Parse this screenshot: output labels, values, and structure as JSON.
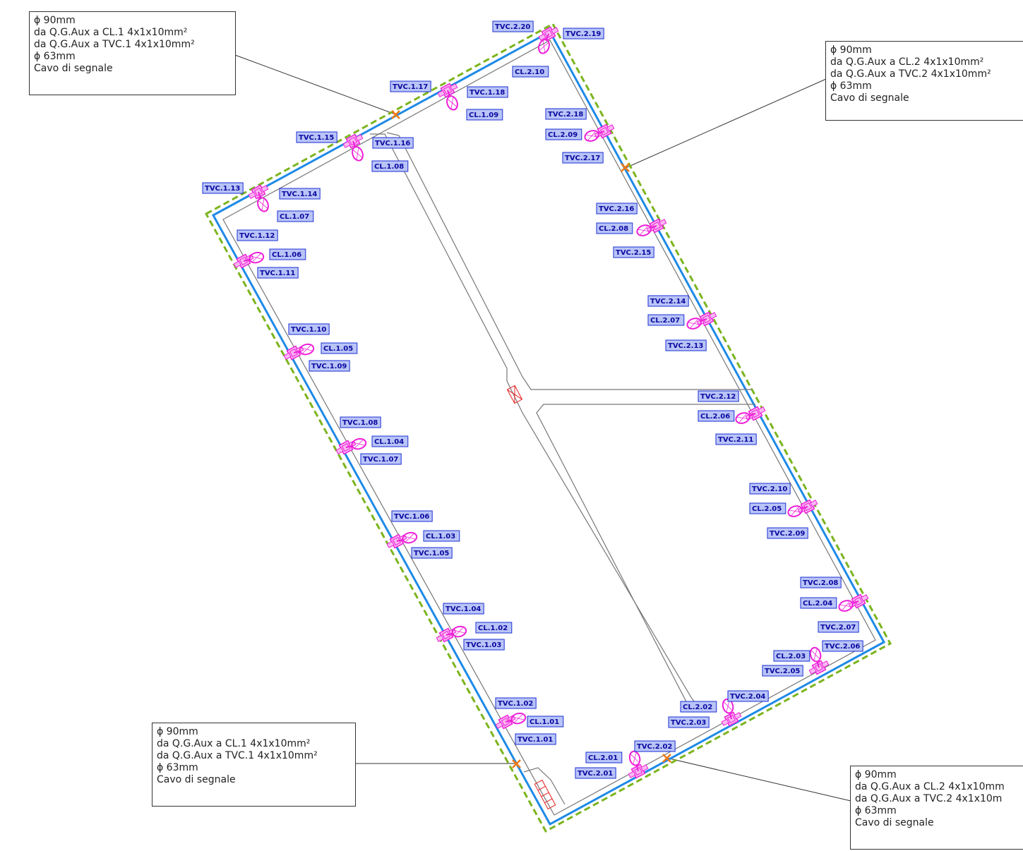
{
  "colors": {
    "conduit": "#1e8ae6",
    "boundary": "#7cb41e",
    "path": "#777777",
    "fixture": "#ee1fd8",
    "marker": "#f07a12",
    "tag_fill": "#b9c4f7",
    "tag_border": "#1a2fd6",
    "tag_text": "#0a0aa0",
    "hatch": "#e62020"
  },
  "callouts": [
    {
      "lines": [
        "ϕ 90mm",
        "da Q.G.Aux a CL.1 4x1x10mm²",
        "da Q.G.Aux a TVC.1 4x1x10mm²",
        "ϕ 63mm",
        "Cavo di segnale"
      ]
    },
    {
      "lines": [
        "ϕ 90mm",
        "da Q.G.Aux a CL.2 4x1x10mm²",
        "da Q.G.Aux a TVC.2 4x1x10mm²",
        "ϕ 63mm",
        "Cavo di segnale"
      ]
    },
    {
      "lines": [
        "ϕ 90mm",
        "da Q.G.Aux a CL.1 4x1x10mm²",
        "da Q.G.Aux a TVC.1 4x1x10mm²",
        "ϕ 63mm",
        "Cavo di segnale"
      ]
    },
    {
      "lines": [
        "ϕ 90mm",
        "da Q.G.Aux a CL.2 4x1x10mm",
        "da Q.G.Aux a TVC.2 4x1x10m",
        "ϕ 63mm",
        "Cavo di segnale"
      ]
    }
  ],
  "stations": [
    {
      "tags": [
        "TVC.1.01",
        "TVC.1.02",
        "CL.1.01"
      ]
    },
    {
      "tags": [
        "TVC.1.03",
        "TVC.1.04",
        "CL.1.02"
      ]
    },
    {
      "tags": [
        "TVC.1.05",
        "TVC.1.06",
        "CL.1.03"
      ]
    },
    {
      "tags": [
        "TVC.1.07",
        "TVC.1.08",
        "CL.1.04"
      ]
    },
    {
      "tags": [
        "TVC.1.09",
        "TVC.1.10",
        "CL.1.05"
      ]
    },
    {
      "tags": [
        "TVC.1.11",
        "TVC.1.12",
        "CL.1.06"
      ]
    },
    {
      "tags": [
        "TVC.1.13",
        "TVC.1.14",
        "CL.1.07"
      ]
    },
    {
      "tags": [
        "TVC.1.15",
        "TVC.1.16",
        "CL.1.08"
      ]
    },
    {
      "tags": [
        "TVC.1.17",
        "TVC.1.18",
        "CL.1.09"
      ]
    },
    {
      "tags": [
        "TVC.2.20",
        "TVC.2.19",
        "CL.2.10"
      ]
    },
    {
      "tags": [
        "TVC.2.18",
        "CL.2.09",
        "TVC.2.17"
      ]
    },
    {
      "tags": [
        "TVC.2.16",
        "CL.2.08",
        "TVC.2.15"
      ]
    },
    {
      "tags": [
        "TVC.2.14",
        "CL.2.07",
        "TVC.2.13"
      ]
    },
    {
      "tags": [
        "TVC.2.12",
        "CL.2.06",
        "TVC.2.11"
      ]
    },
    {
      "tags": [
        "TVC.2.10",
        "CL.2.05",
        "TVC.2.09"
      ]
    },
    {
      "tags": [
        "TVC.2.08",
        "CL.2.04",
        "TVC.2.07"
      ]
    },
    {
      "tags": [
        "CL.2.03",
        "TVC.2.05",
        "TVC.2.06"
      ]
    },
    {
      "tags": [
        "CL.2.02",
        "TVC.2.03",
        "TVC.2.04"
      ]
    },
    {
      "tags": [
        "CL.2.01",
        "TVC.2.01",
        "TVC.2.02"
      ]
    }
  ]
}
